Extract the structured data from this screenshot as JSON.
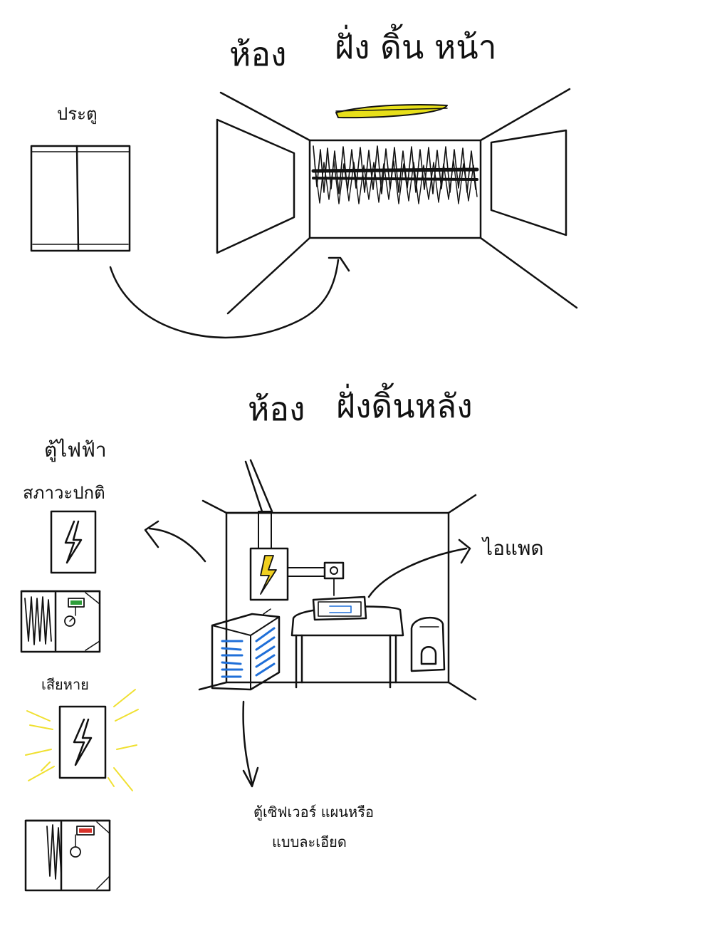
{
  "front_room": {
    "title_room": "ห้อง",
    "title_name": "ฝั่ง ดิ้น หน้า",
    "door_label": "ประตู"
  },
  "back_room": {
    "title_room": "ห้อง",
    "title_name": "ฝั่งดิ้นหลัง",
    "electric_cabinet_label": "ตู้ไฟฟ้า",
    "normal_state_label": "สภาวะปกติ",
    "broken_label": "เสียหาย",
    "ipad_label": "ไอแพด",
    "server_note_line1": "ตู้เซิฟเวอร์ แผนหรือ",
    "server_note_line2": "แบบละเอียด"
  },
  "colors": {
    "stroke": "#111111",
    "ceiling_light": "#e8e01a",
    "spark": "#f0e030",
    "status_ok": "#2f9e3a",
    "status_error": "#d8322a",
    "server_lights": "#1f6fd8"
  }
}
